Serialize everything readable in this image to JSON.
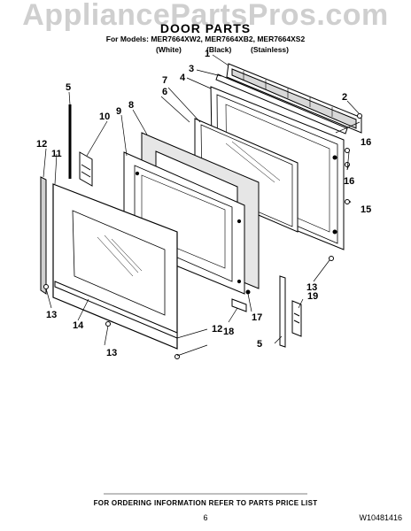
{
  "watermark": "AppliancePartsPros.com",
  "header": {
    "title": "DOOR PARTS",
    "models": "For Models: MER7664XW2, MER7664XB2, MER7664XS2",
    "variants": [
      "(White)",
      "(Black)",
      "(Stainless)"
    ]
  },
  "callouts": [
    "1",
    "2",
    "3",
    "4",
    "5",
    "5",
    "6",
    "7",
    "8",
    "9",
    "10",
    "11",
    "12",
    "12",
    "13",
    "13",
    "13",
    "14",
    "15",
    "16",
    "16",
    "17",
    "18",
    "19"
  ],
  "footer": {
    "ordering_note": "FOR ORDERING INFORMATION REFER TO PARTS PRICE LIST",
    "page_number": "6",
    "document_number": "W10481416"
  }
}
